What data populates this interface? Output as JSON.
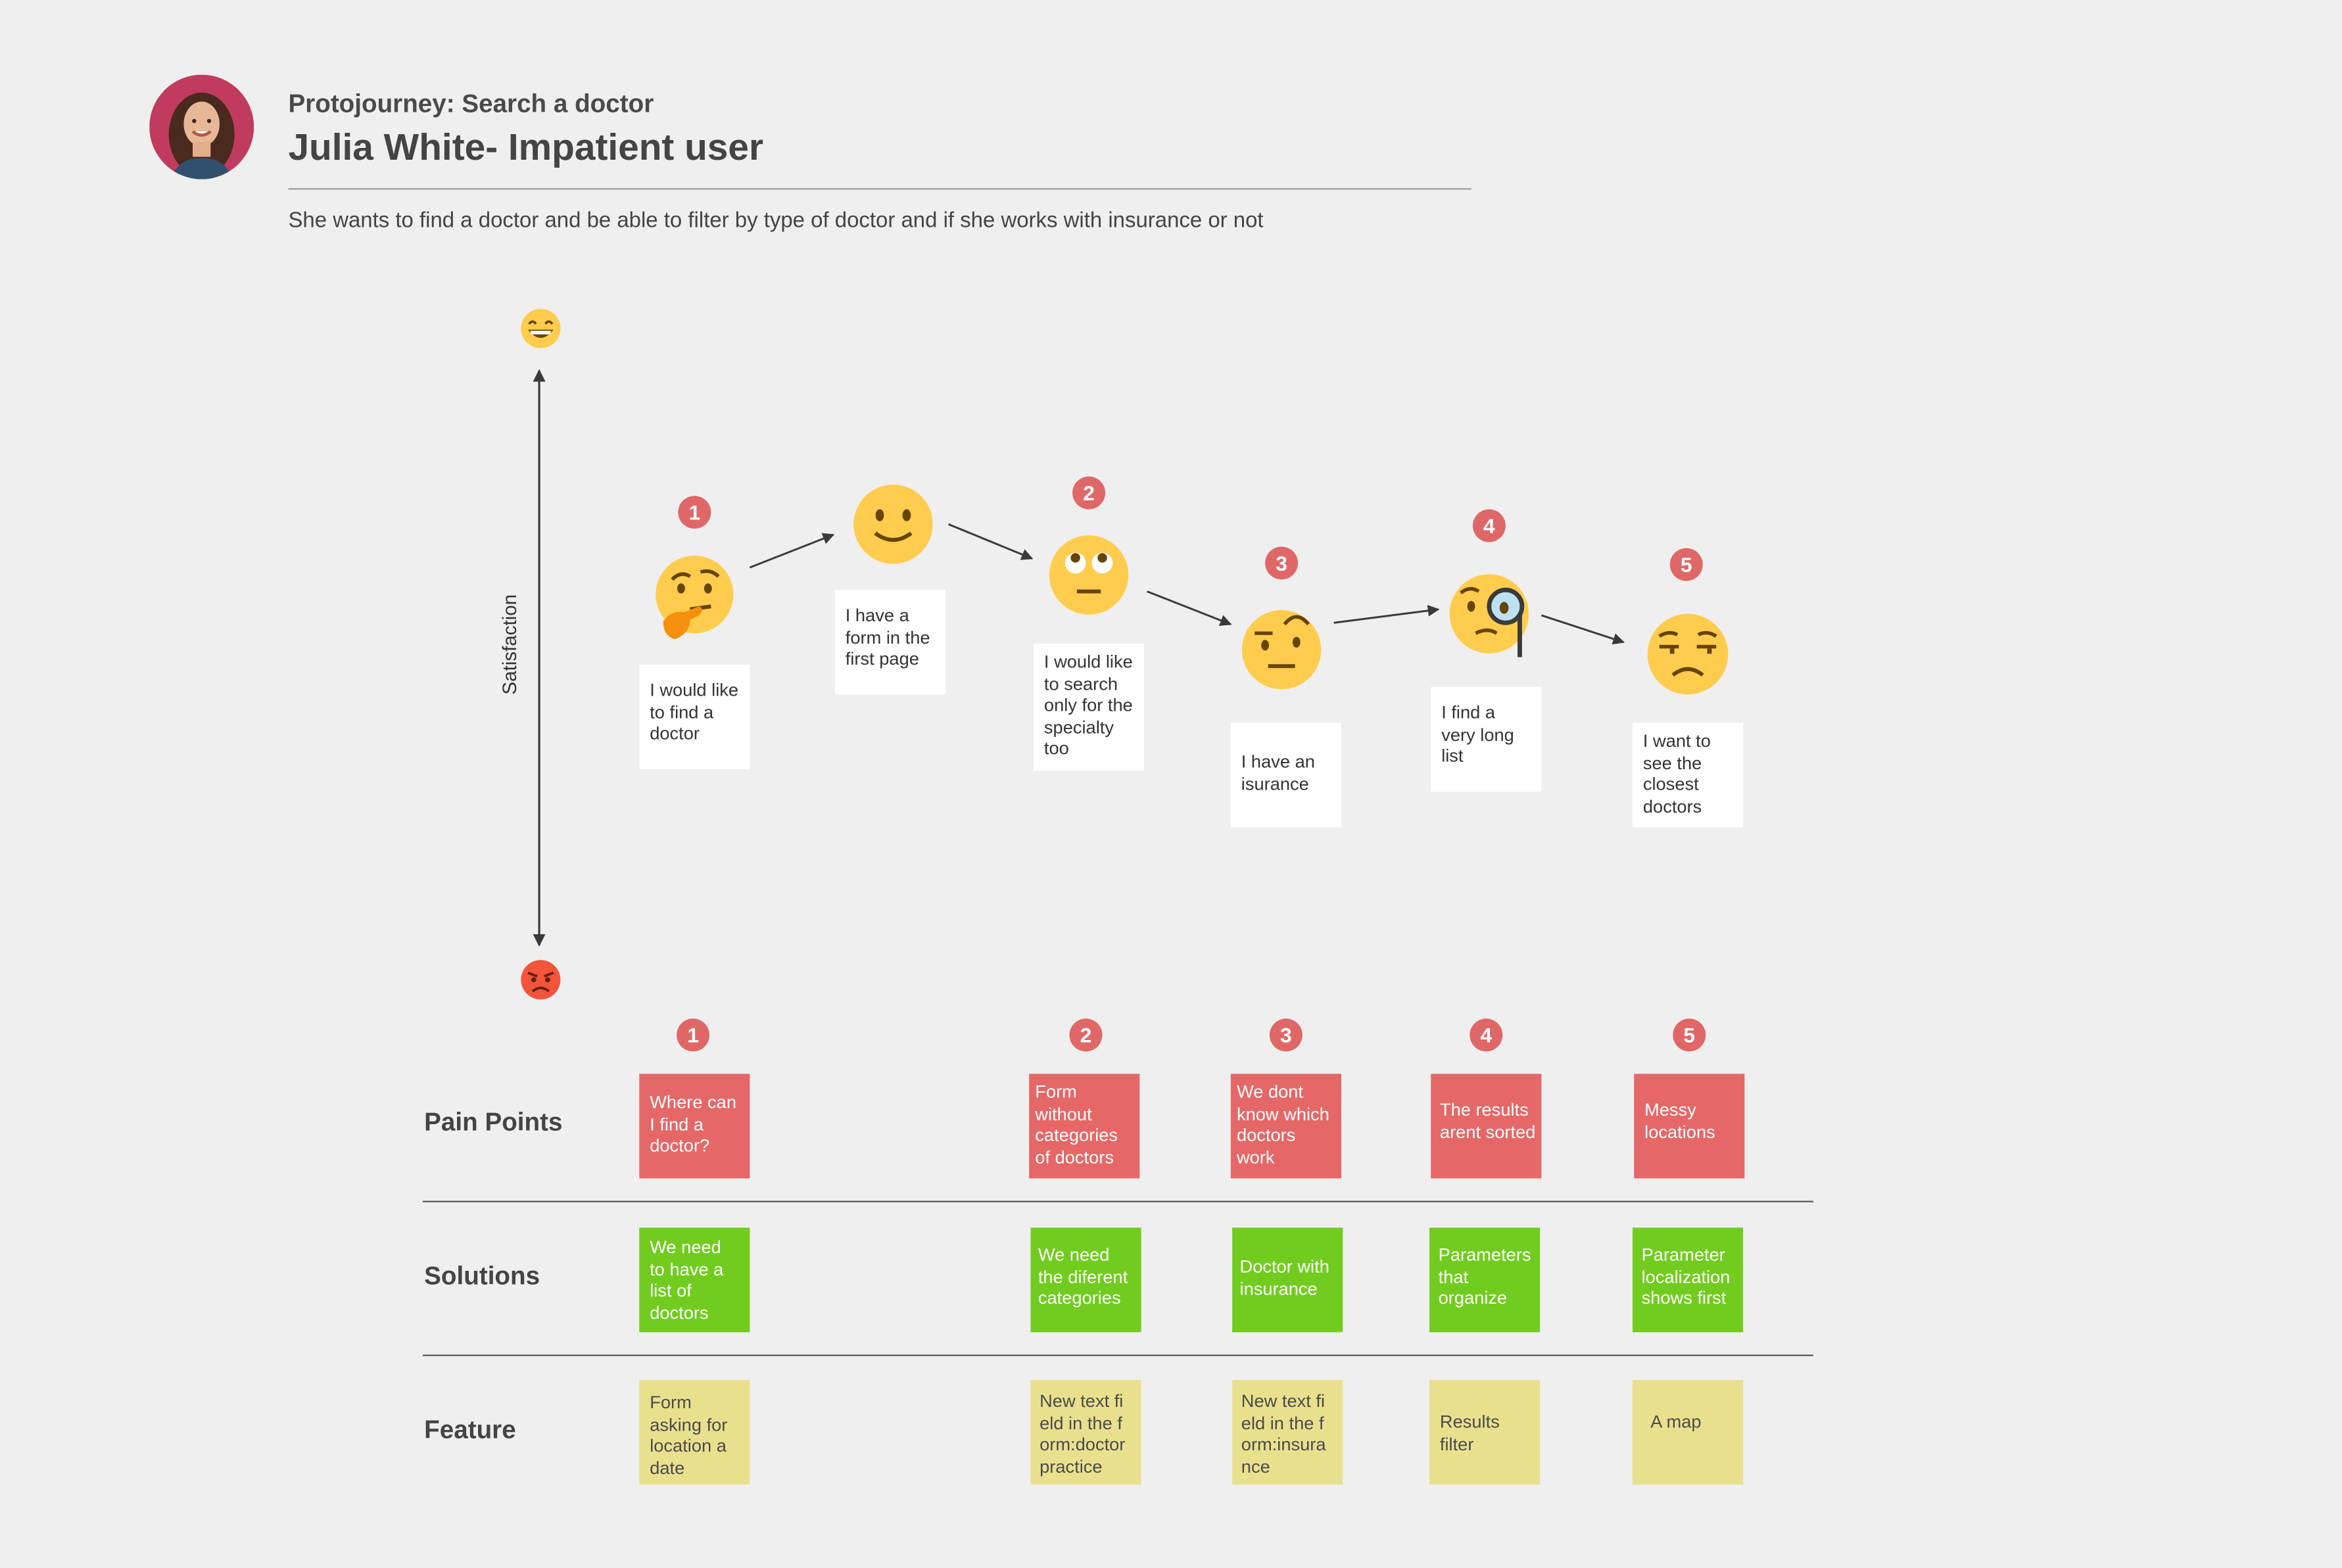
{
  "header": {
    "subtitle": "Protojourney: Search a doctor",
    "title": "Julia White- Impatient user",
    "description": "She wants to find a doctor and be able to filter by type of doctor and if she works with insurance or not"
  },
  "axis": {
    "label": "Satisfaction",
    "top_icon": "grinning-face-icon",
    "bottom_icon": "angry-face-icon"
  },
  "journey": [
    {
      "badge": "1",
      "face": "thinking-face-icon",
      "note": "I would like to find a doctor"
    },
    {
      "badge": "",
      "face": "slightly-smiling-face-icon",
      "note": "I have a form in the first page"
    },
    {
      "badge": "2",
      "face": "eye-roll-face-icon",
      "note": "I would like to search only for the specialty too"
    },
    {
      "badge": "3",
      "face": "raised-eyebrow-face-icon",
      "note": "I have an isurance"
    },
    {
      "badge": "4",
      "face": "monocle-face-icon",
      "note": "I find a very long list"
    },
    {
      "badge": "5",
      "face": "unamused-face-icon",
      "note": "I want to see the closest doctors"
    }
  ],
  "rows": {
    "badges": [
      "1",
      "2",
      "3",
      "4",
      "5"
    ],
    "pain_points": {
      "label": "Pain Points",
      "items": [
        "Where can I find a doctor?",
        "Form without categories of doctors",
        "We dont know which doctors work",
        "The results arent sorted",
        "Messy locations"
      ]
    },
    "solutions": {
      "label": "Solutions",
      "items": [
        "We need to have a list of doctors",
        "We need the diferent categories",
        "Doctor with insurance",
        "Parameters that organize",
        "Parameter localization shows first"
      ]
    },
    "feature": {
      "label": "Feature",
      "items": [
        "Form asking for location a date",
        "New text field in the form:doctor practice",
        "New text field in the form:insurance",
        "Results filter",
        "A map"
      ]
    }
  },
  "colors": {
    "badge": "#e06767",
    "pain": "#e56767",
    "solution": "#71cc1f",
    "feature": "#e9e08e",
    "emoji": "#ffcc4d"
  }
}
